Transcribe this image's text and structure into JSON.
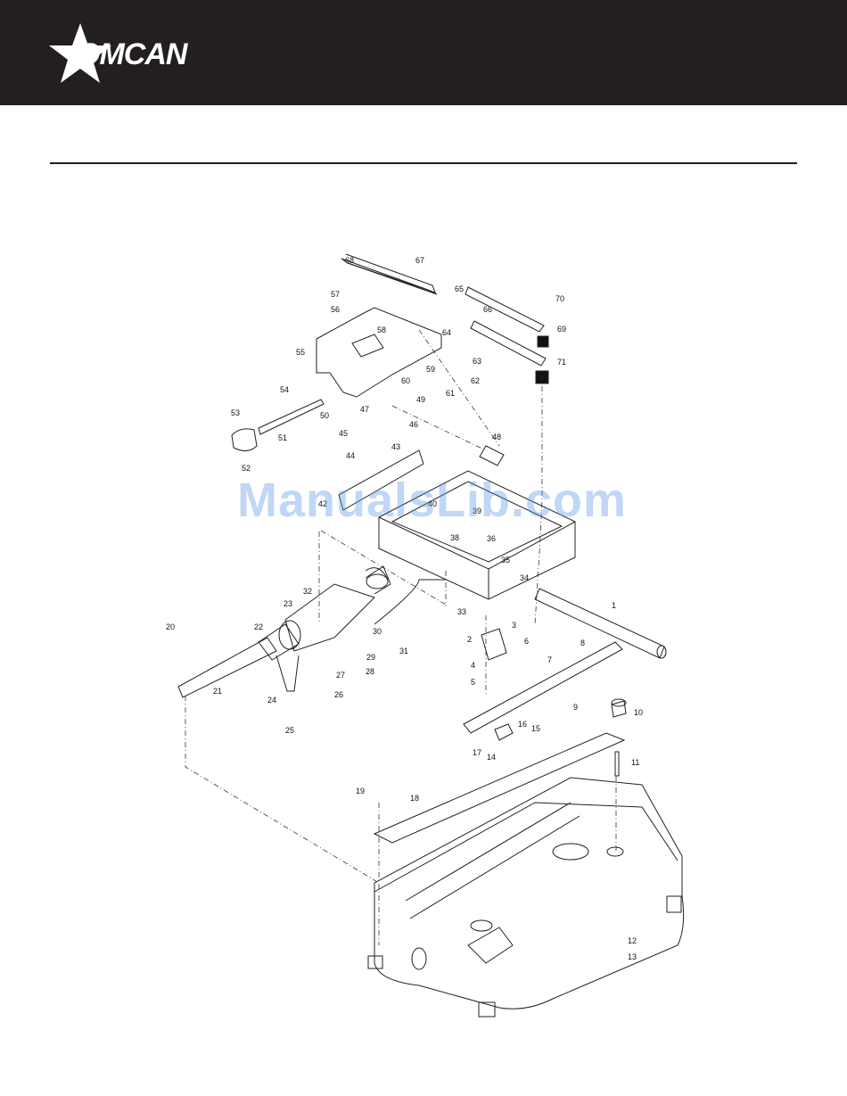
{
  "header": {
    "brand": "OMCAN",
    "bg_color": "#231f20"
  },
  "watermark": "ManualsLib.com",
  "part_labels": [
    "1",
    "2",
    "3",
    "4",
    "5",
    "6",
    "7",
    "8",
    "9",
    "10",
    "11",
    "12",
    "13",
    "14",
    "15",
    "16",
    "17",
    "18",
    "19",
    "20",
    "21",
    "22",
    "23",
    "24",
    "25",
    "26",
    "27",
    "28",
    "29",
    "30",
    "31",
    "32",
    "33",
    "34",
    "35",
    "36",
    "38",
    "39",
    "40",
    "42",
    "43",
    "44",
    "45",
    "46",
    "47",
    "48",
    "49",
    "50",
    "51",
    "52",
    "53",
    "54",
    "55",
    "56",
    "57",
    "58",
    "59",
    "60",
    "61",
    "62",
    "63",
    "64",
    "65",
    "66",
    "67",
    "68",
    "69",
    "70",
    "71"
  ]
}
